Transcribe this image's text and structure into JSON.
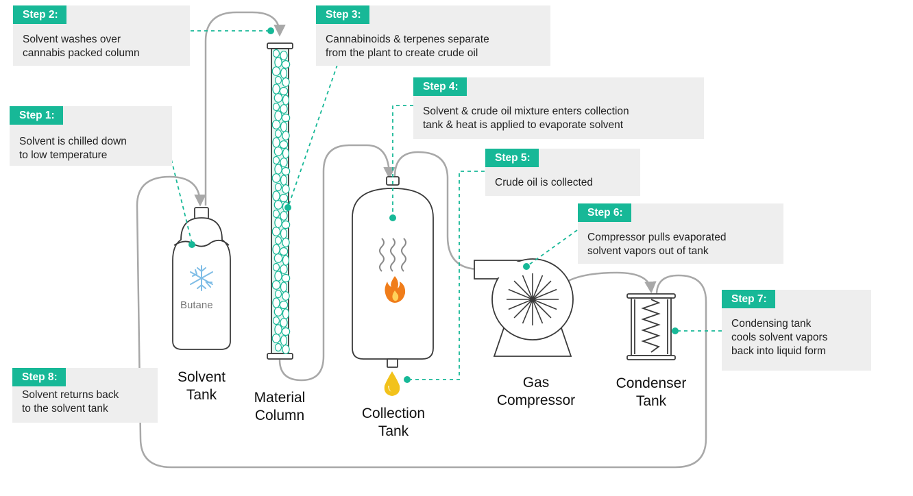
{
  "steps": [
    {
      "tag": "Step 1:",
      "line1": "Solvent is chilled down",
      "line2": "to low temperature"
    },
    {
      "tag": "Step 2:",
      "line1": "Solvent washes over",
      "line2": "cannabis packed column"
    },
    {
      "tag": "Step 3:",
      "line1": "Cannabinoids & terpenes separate",
      "line2": "from the plant to create crude oil"
    },
    {
      "tag": "Step 4:",
      "line1": "Solvent & crude oil mixture enters collection",
      "line2": "tank & heat is applied to evaporate solvent"
    },
    {
      "tag": "Step 5:",
      "line1": "Crude oil is collected",
      "line2": ""
    },
    {
      "tag": "Step 6:",
      "line1": "Compressor pulls evaporated",
      "line2": "solvent vapors out of tank"
    },
    {
      "tag": "Step 7:",
      "line1": "Condensing tank",
      "line2": "cools solvent vapors",
      "line3": "back into liquid form"
    },
    {
      "tag": "Step 8:",
      "line1": "Solvent returns back",
      "line2": "to the solvent tank"
    }
  ],
  "components": {
    "solvent_tank": {
      "line1": "Solvent",
      "line2": "Tank",
      "content": "Butane"
    },
    "material_column": {
      "line1": "Material",
      "line2": "Column"
    },
    "collection_tank": {
      "line1": "Collection",
      "line2": "Tank"
    },
    "gas_compressor": {
      "line1": "Gas",
      "line2": "Compressor"
    },
    "condenser_tank": {
      "line1": "Condenser",
      "line2": "Tank"
    }
  },
  "colors": {
    "accent": "#17b897",
    "pipe": "#a8a8a8",
    "outline": "#3a3a3a",
    "snowflake": "#7fbde6",
    "flame": "#f07d1a",
    "oil_drop": "#f2c21b"
  },
  "icons": [
    "snowflake-icon",
    "heat-waves-icon",
    "flame-icon",
    "oil-drop-icon"
  ]
}
